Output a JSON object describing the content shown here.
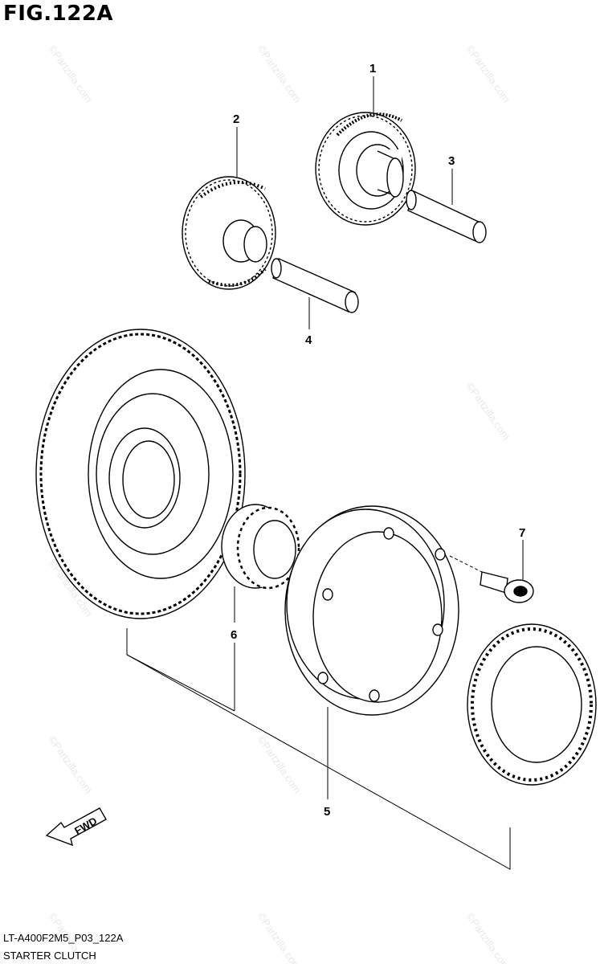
{
  "figure": {
    "title": "FIG.122A",
    "code": "LT-A400F2M5_P03_122A",
    "name": "STARTER CLUTCH",
    "fwd_label": "FWD"
  },
  "watermark": "©Partzilla.com",
  "callouts": [
    {
      "id": "callout-1",
      "label": "1"
    },
    {
      "id": "callout-2",
      "label": "2"
    },
    {
      "id": "callout-3",
      "label": "3"
    },
    {
      "id": "callout-4",
      "label": "4"
    },
    {
      "id": "callout-5",
      "label": "5"
    },
    {
      "id": "callout-6",
      "label": "6"
    },
    {
      "id": "callout-7",
      "label": "7"
    }
  ]
}
